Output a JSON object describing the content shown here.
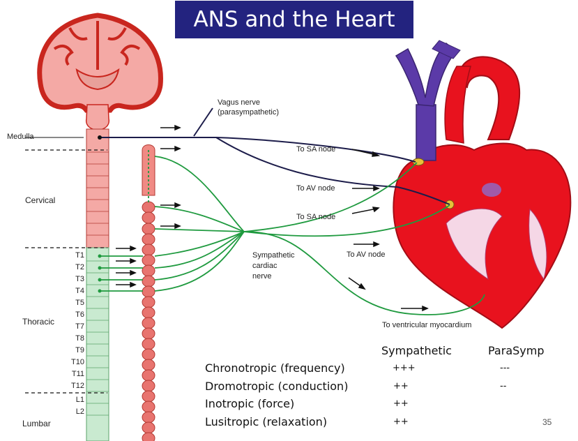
{
  "title": "ANS and the Heart",
  "labels": {
    "medulla": "Medulla",
    "cervical": "Cervical",
    "thoracic": "Thoracic",
    "lumbar": "Lumbar",
    "vagus_1": "Vagus nerve",
    "vagus_2": "(parasympathetic)",
    "to_sa_1": "To SA node",
    "to_av_1": "To AV node",
    "to_sa_2": "To SA node",
    "to_av_2": "To AV node",
    "symp_1": "Sympathetic",
    "symp_2": "cardiac",
    "symp_3": "nerve",
    "to_vent": "To ventricular myocardium"
  },
  "segments": [
    "T1",
    "T2",
    "T3",
    "T4",
    "T5",
    "T6",
    "T7",
    "T8",
    "T9",
    "T10",
    "T11",
    "T12",
    "L1",
    "L2"
  ],
  "table": {
    "col_symp": "Sympathetic",
    "col_para": "ParaSymp",
    "rows": [
      {
        "effect": "Chronotropic (frequency)",
        "symp": "+++",
        "para": "---"
      },
      {
        "effect": "Dromotropic (conduction)",
        "symp": "++",
        "para": "--"
      },
      {
        "effect": "Inotropic (force)",
        "symp": "++",
        "para": ""
      },
      {
        "effect": "Lusitropic (relaxation)",
        "symp": "++",
        "para": ""
      }
    ]
  },
  "page_number": "35",
  "colors": {
    "title_bg": "#23237f",
    "sympathetic": "#1f9a3f",
    "vagus": "#1c1c4a",
    "brain": "#e0342c",
    "heart": "#e8121e",
    "vein": "#5b3aa8"
  }
}
